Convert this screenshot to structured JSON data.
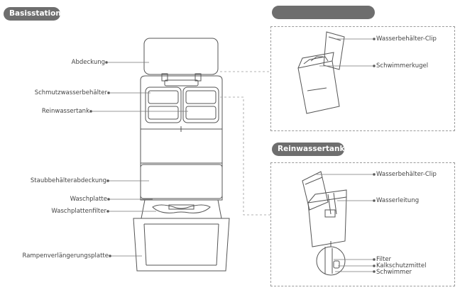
{
  "left_section": {
    "pill_text": "Basisstation S",
    "labels": {
      "abdeckung": "Abdeckung",
      "schmutzwasser": "Schmutzwasserbehälter",
      "reinwassertank": "Reinwassertank",
      "staubbehaelter": "Staubbehälterabdeckung",
      "waschplatte": "Waschplatte",
      "waschplattenfilter": "Waschplattenfilter",
      "rampen": "Rampenverlängerungsplatte"
    }
  },
  "top_right_section": {
    "pill_text": "",
    "labels": {
      "clip": "Wasserbehälter-Clip",
      "schwimmerkugel": "Schwimmerkugel"
    }
  },
  "bottom_right_section": {
    "pill_text": "Reinwassertank",
    "labels": {
      "clip": "Wasserbehälter-Clip",
      "wasserleitung": "Wasserleitung",
      "filter": "Filter",
      "kalkschutz": "Kalkschutzmittel",
      "schwimmer": "Schwimmer"
    }
  },
  "colors": {
    "pill": "#6e6e6e",
    "line": "#555555",
    "dash": "#9a9a9a"
  }
}
